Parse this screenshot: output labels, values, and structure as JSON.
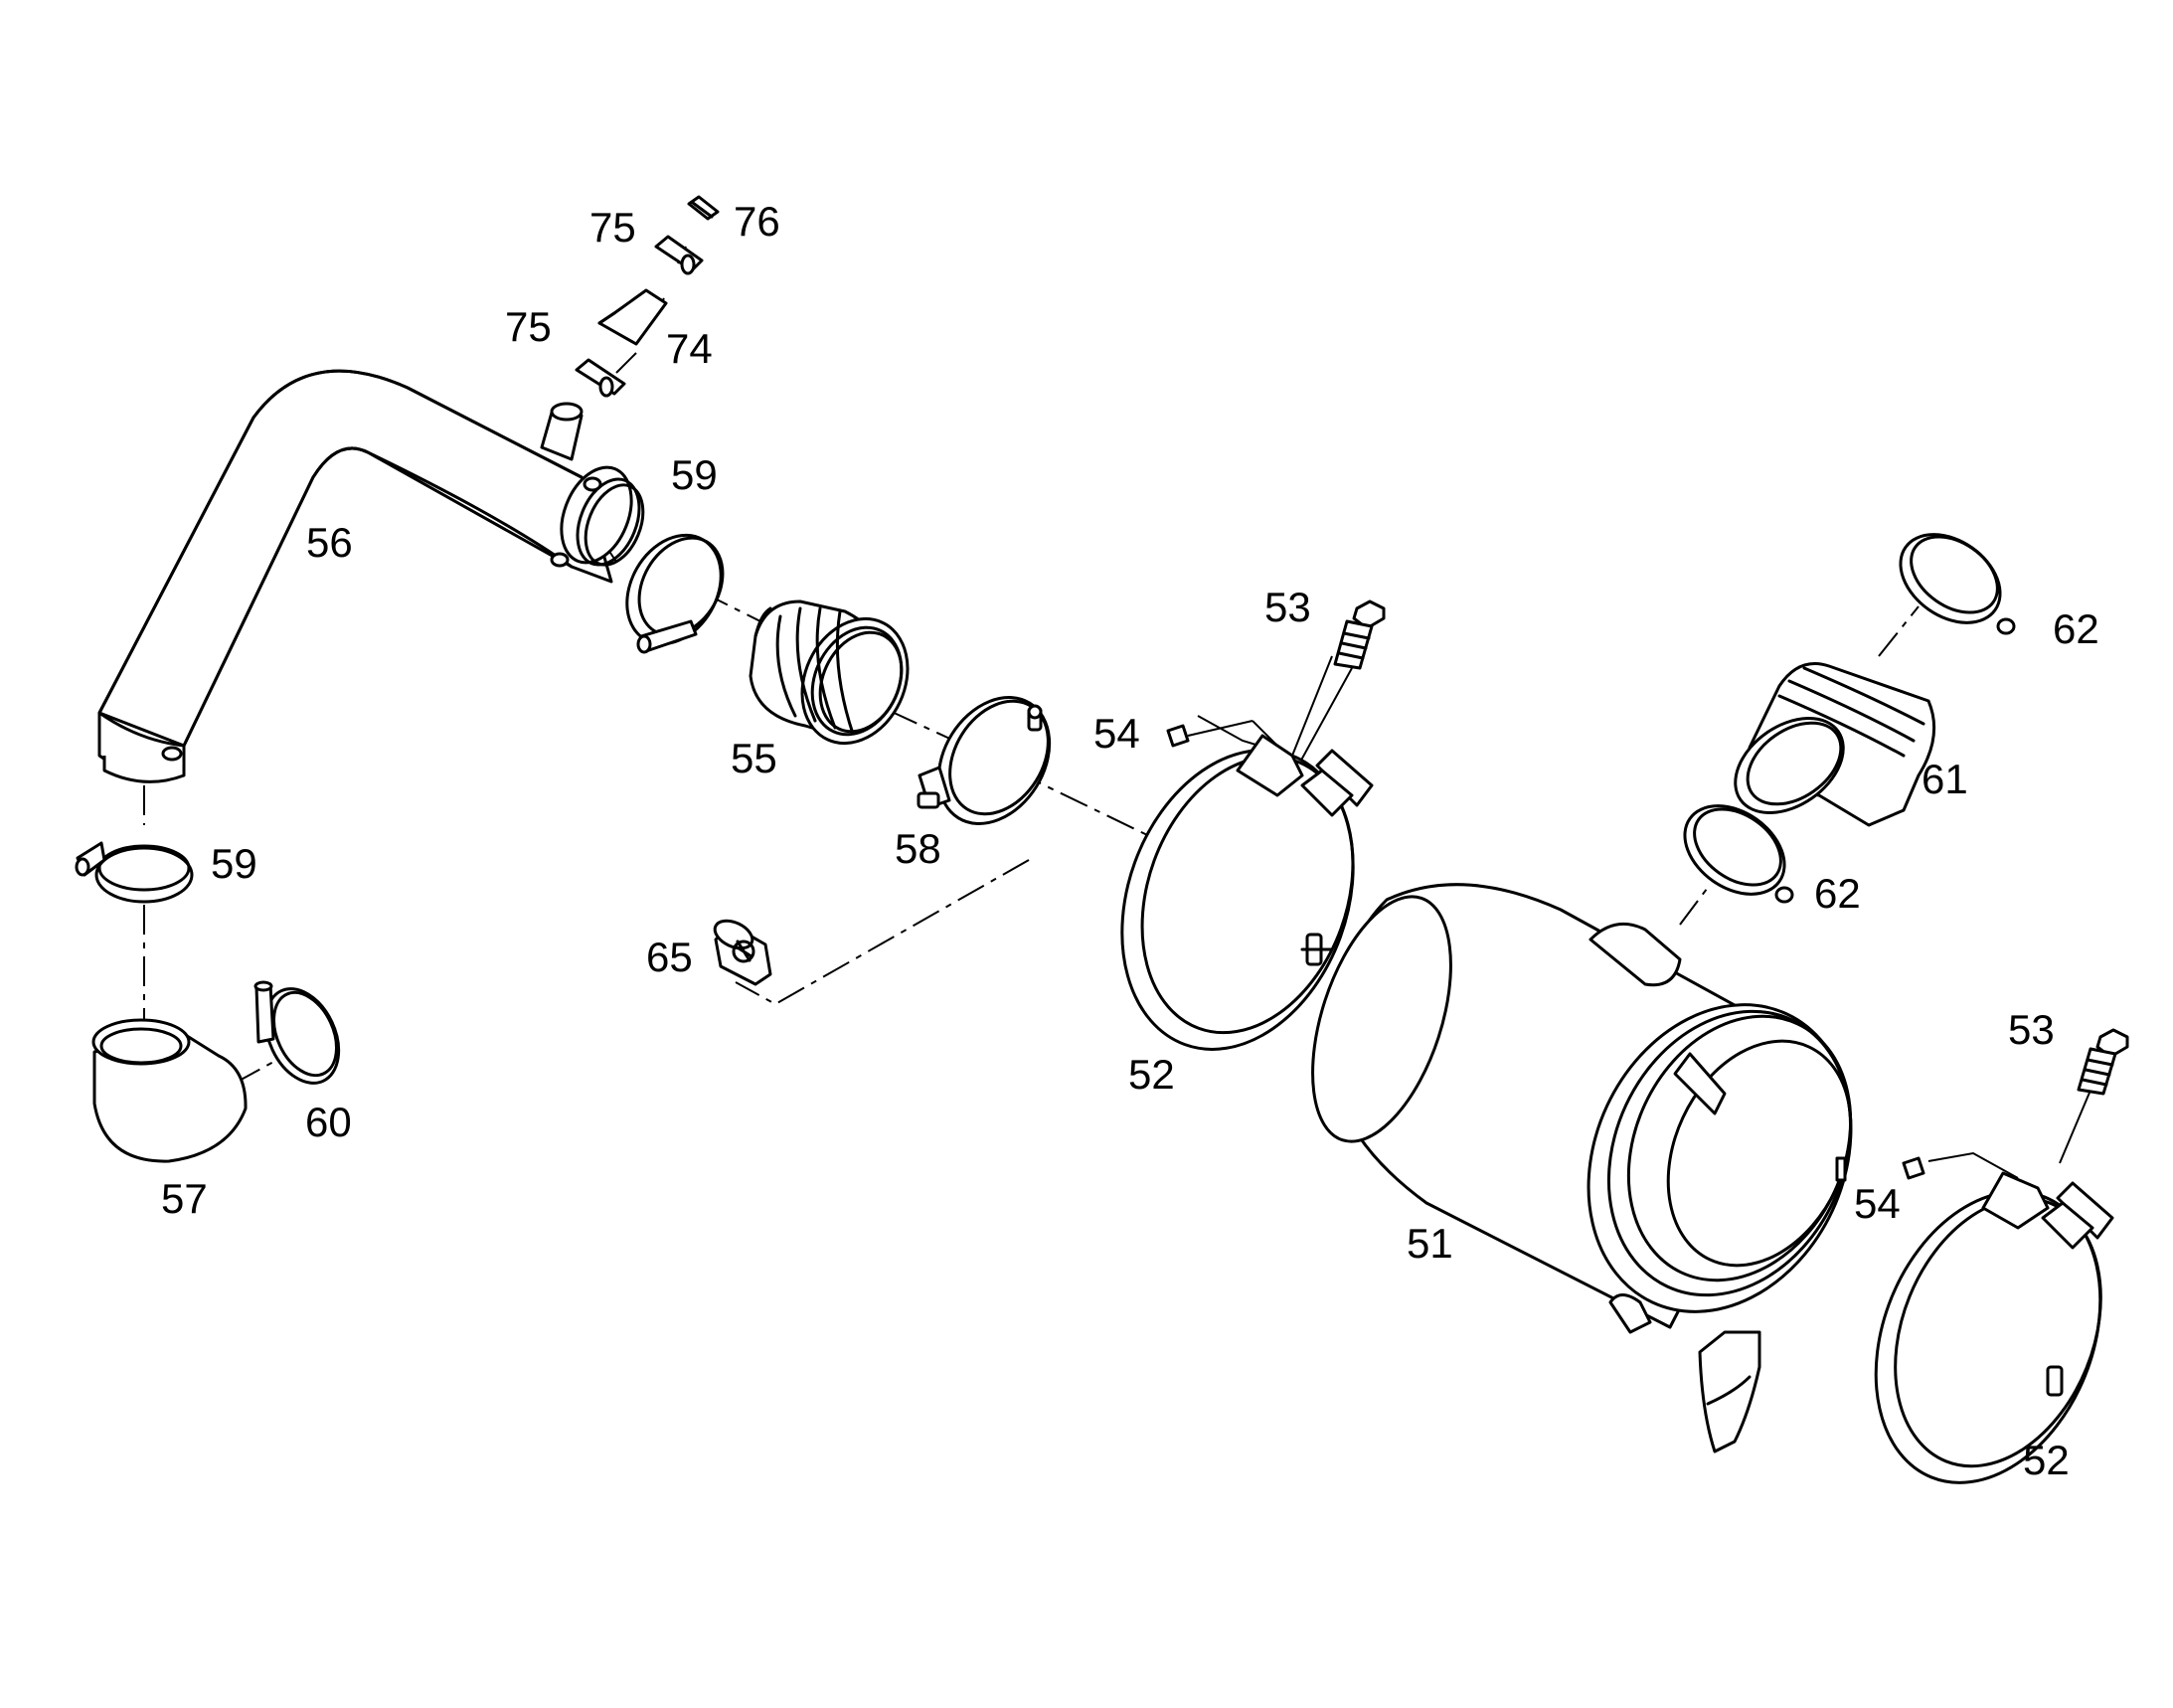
{
  "diagram": {
    "callouts": [
      {
        "id": "c51",
        "text": "51"
      },
      {
        "id": "c52a",
        "text": "52"
      },
      {
        "id": "c52b",
        "text": "52"
      },
      {
        "id": "c53a",
        "text": "53"
      },
      {
        "id": "c53b",
        "text": "53"
      },
      {
        "id": "c54a",
        "text": "54"
      },
      {
        "id": "c54b",
        "text": "54"
      },
      {
        "id": "c55",
        "text": "55"
      },
      {
        "id": "c56",
        "text": "56"
      },
      {
        "id": "c57",
        "text": "57"
      },
      {
        "id": "c58",
        "text": "58"
      },
      {
        "id": "c59a",
        "text": "59"
      },
      {
        "id": "c59b",
        "text": "59"
      },
      {
        "id": "c60",
        "text": "60"
      },
      {
        "id": "c61",
        "text": "61"
      },
      {
        "id": "c62a",
        "text": "62"
      },
      {
        "id": "c62b",
        "text": "62"
      },
      {
        "id": "c65",
        "text": "65"
      },
      {
        "id": "c74",
        "text": "74"
      },
      {
        "id": "c75a",
        "text": "75"
      },
      {
        "id": "c75b",
        "text": "75"
      },
      {
        "id": "c76",
        "text": "76"
      }
    ]
  }
}
